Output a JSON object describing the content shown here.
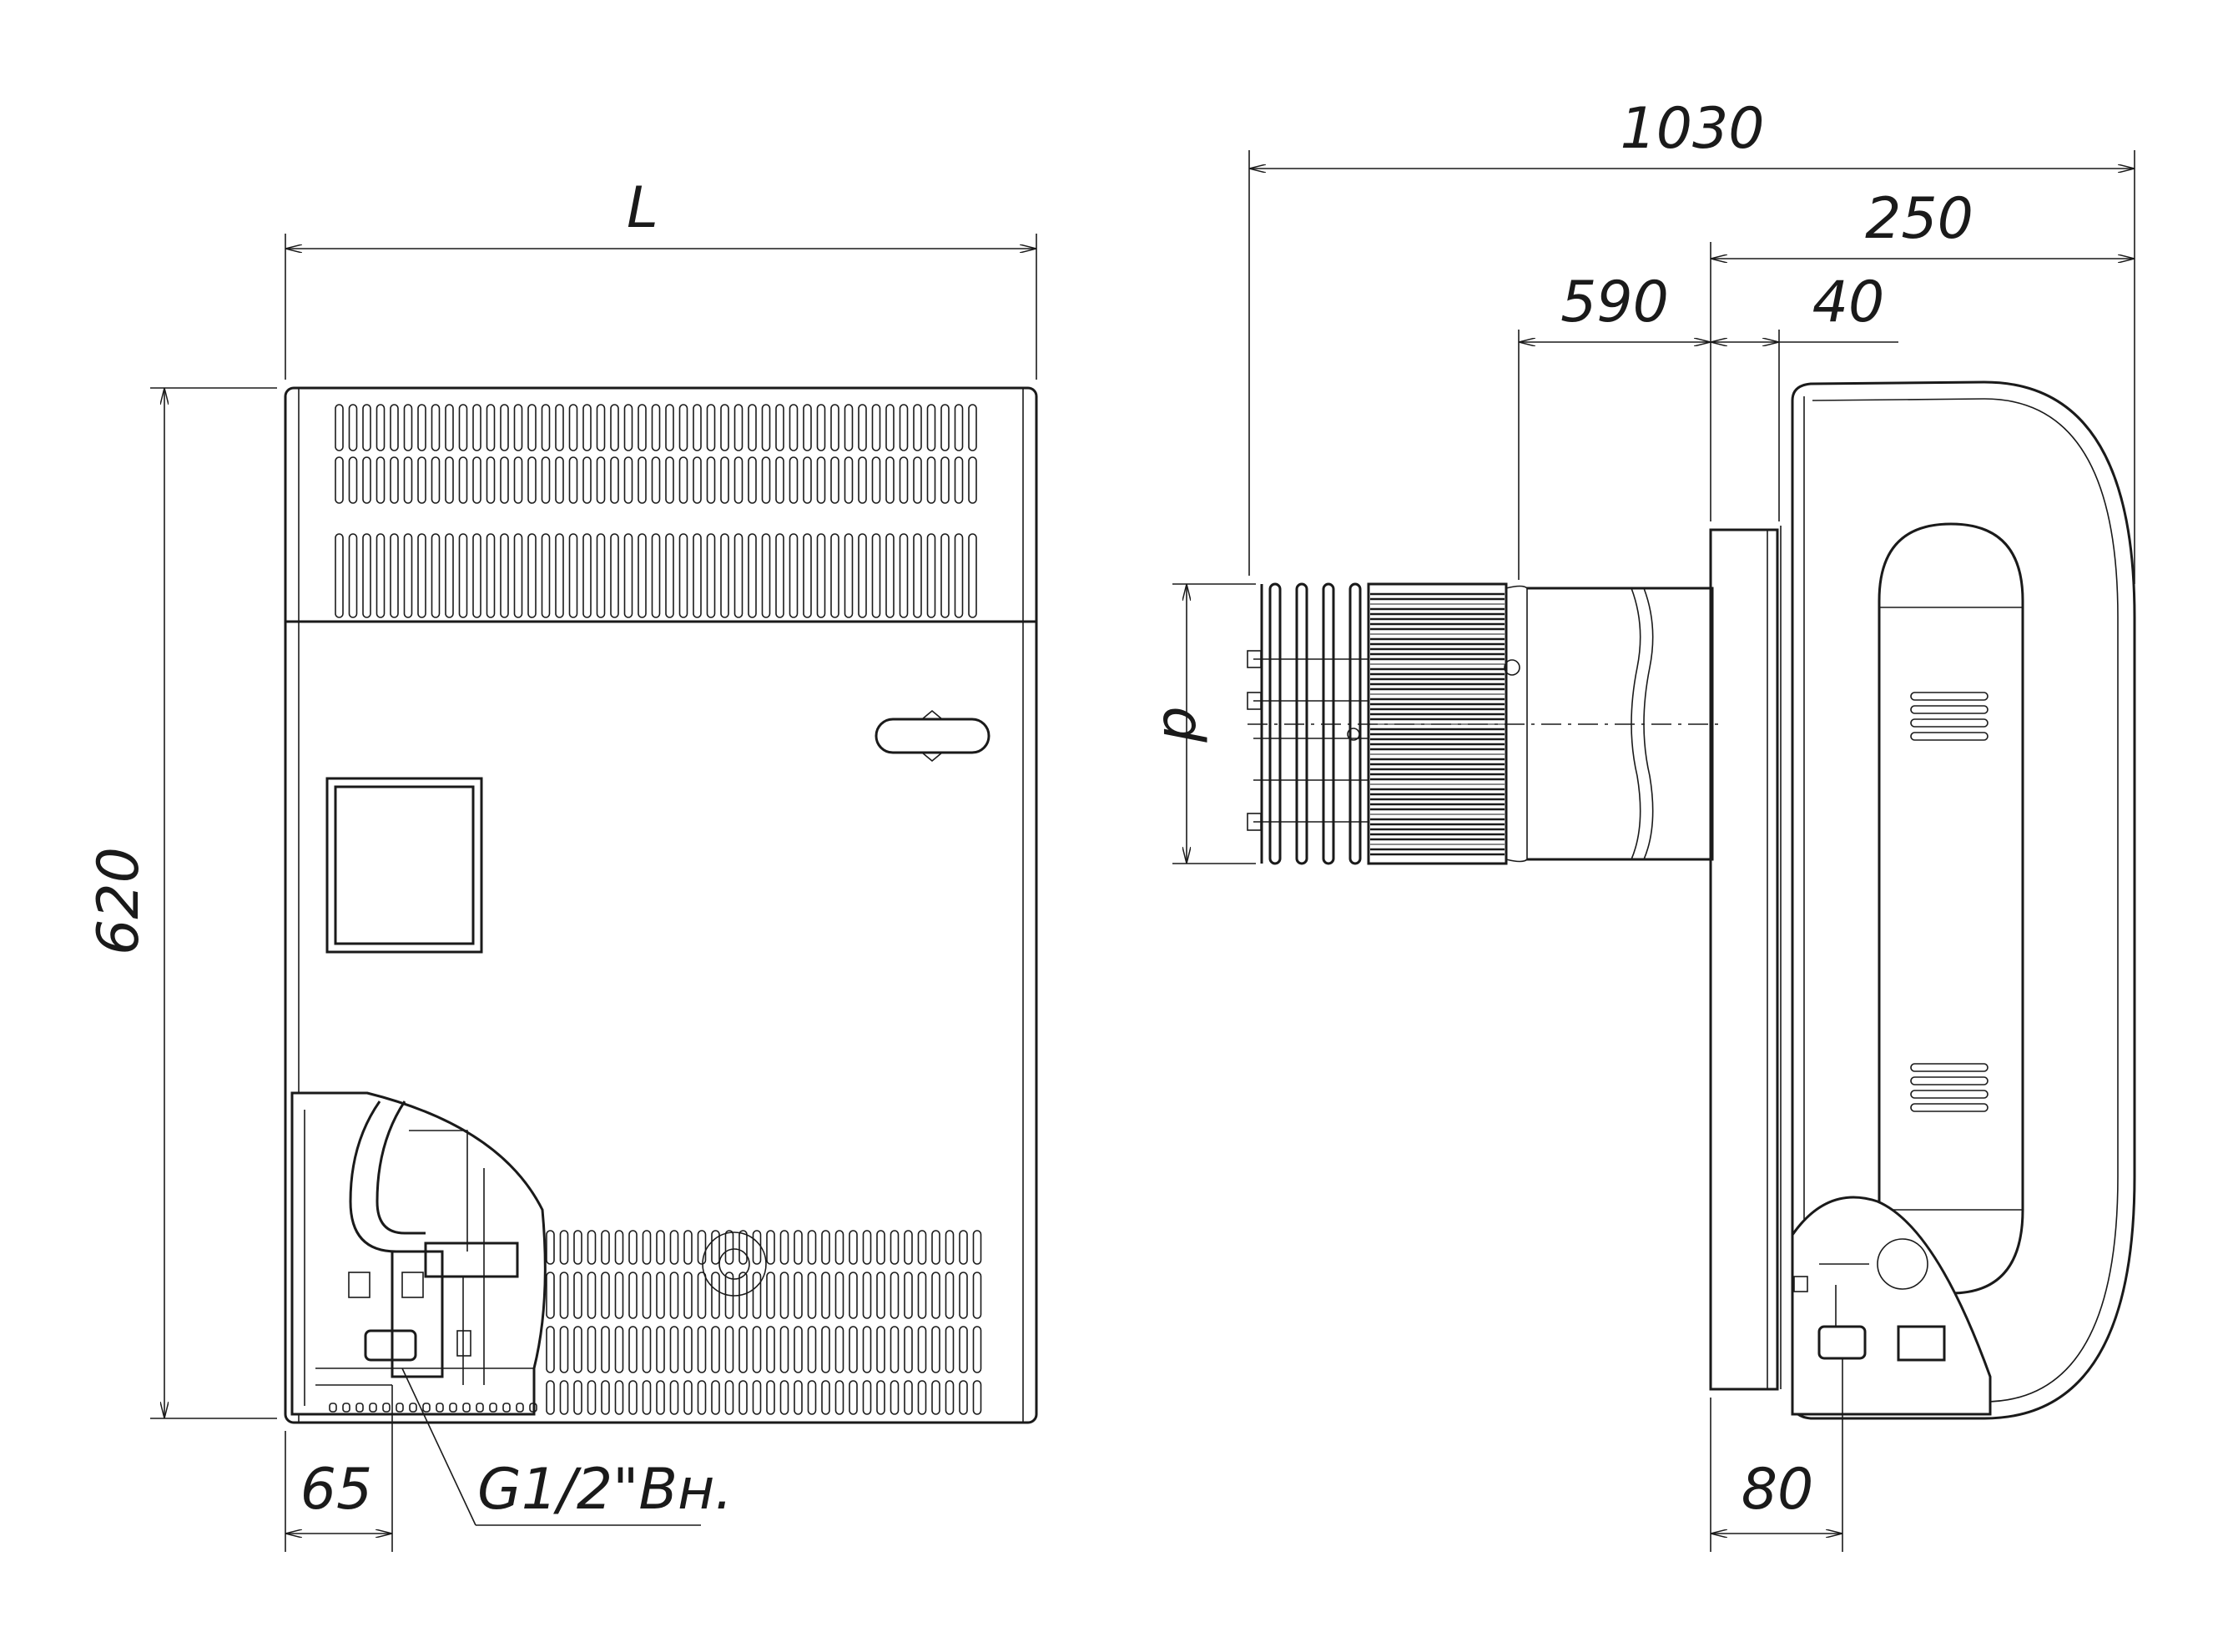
{
  "dimensions": {
    "width_label": "L",
    "height_label": "620",
    "offset_label": "65",
    "connection_label": "G1/2\"Вн.",
    "total_depth_label": "1030",
    "body_depth_label": "250",
    "pipe_length_label": "590",
    "flange_label": "40",
    "diameter_label": "d",
    "bottom_offset_label": "80"
  }
}
